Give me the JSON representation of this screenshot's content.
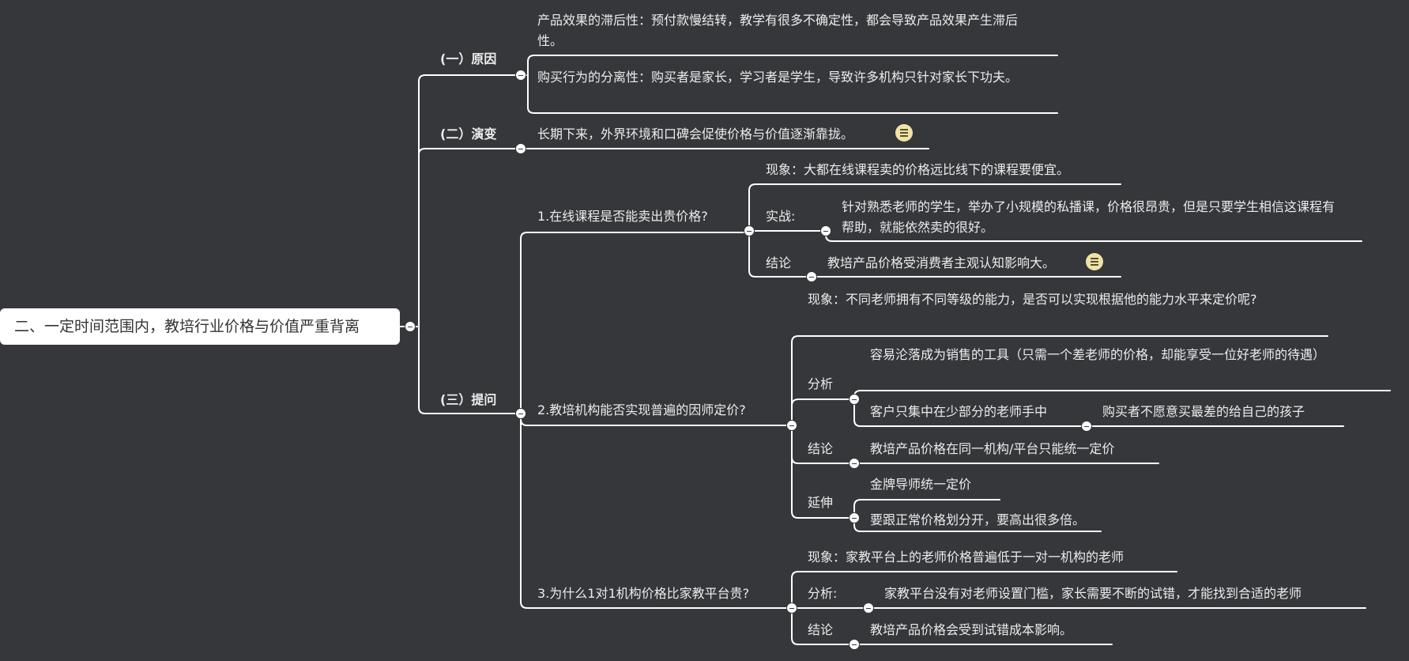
{
  "root": "二、一定时间范围内，教培行业价格与价值严重背离",
  "sections": {
    "reason": {
      "label": "(一）原因",
      "items": [
        "产品效果的滞后性：预付款慢结转，教学有很多不确定性，都会导致产品效果产生滞后性。",
        "购买行为的分离性：购买者是家长，学习者是学生，导致许多机构只针对家长下功夫。"
      ]
    },
    "evolution": {
      "label": "(二）演变",
      "text": "长期下来，外界环境和口碑会促使价格与价值逐渐靠拢。"
    },
    "questions": {
      "label": "(三）提问",
      "q1": {
        "title": "1.在线课程是否能卖出贵价格?",
        "phenomenon": "现象：大都在线课程卖的价格远比线下的课程要便宜。",
        "practice_label": "实战:",
        "practice_text": "针对熟悉老师的学生，举办了小规模的私播课，价格很昂贵，但是只要学生相信这课程有帮助，就能依然卖的很好。",
        "conclusion_label": "结论",
        "conclusion_text": "教培产品价格受消费者主观认知影响大。"
      },
      "q2": {
        "title": "2.教培机构能否实现普遍的因师定价?",
        "phenomenon": "现象：不同老师拥有不同等级的能力，是否可以实现根据他的能力水平来定价呢?",
        "analysis_label": "分析",
        "analysis_1": "容易沦落成为销售的工具（只需一个差老师的价格，却能享受一位好老师的待遇）",
        "analysis_2": "客户只集中在少部分的老师手中",
        "analysis_2_child": "购买者不愿意买最差的给自己的孩子",
        "conclusion_label": "结论",
        "conclusion_text": "教培产品价格在同一机构/平台只能统一定价",
        "extension_label": "延伸",
        "extension_1": "金牌导师统一定价",
        "extension_2": "要跟正常价格划分开，要高出很多倍。"
      },
      "q3": {
        "title": "3.为什么1对1机构价格比家教平台贵?",
        "phenomenon": "现象：家教平台上的老师价格普遍低于一对一机构的老师",
        "analysis_label": "分析:",
        "analysis_text": "家教平台没有对老师设置门槛，家长需要不断的试错，才能找到合适的老师",
        "conclusion_label": "结论",
        "conclusion_text": "教培产品价格会受到试错成本影响。"
      }
    }
  },
  "colors": {
    "background": "#35373b",
    "line": "#ffffff",
    "root_fill": "#ffffff",
    "note_icon": "#f1e2a6"
  },
  "icons": [
    "collapse-icon",
    "note-icon"
  ]
}
